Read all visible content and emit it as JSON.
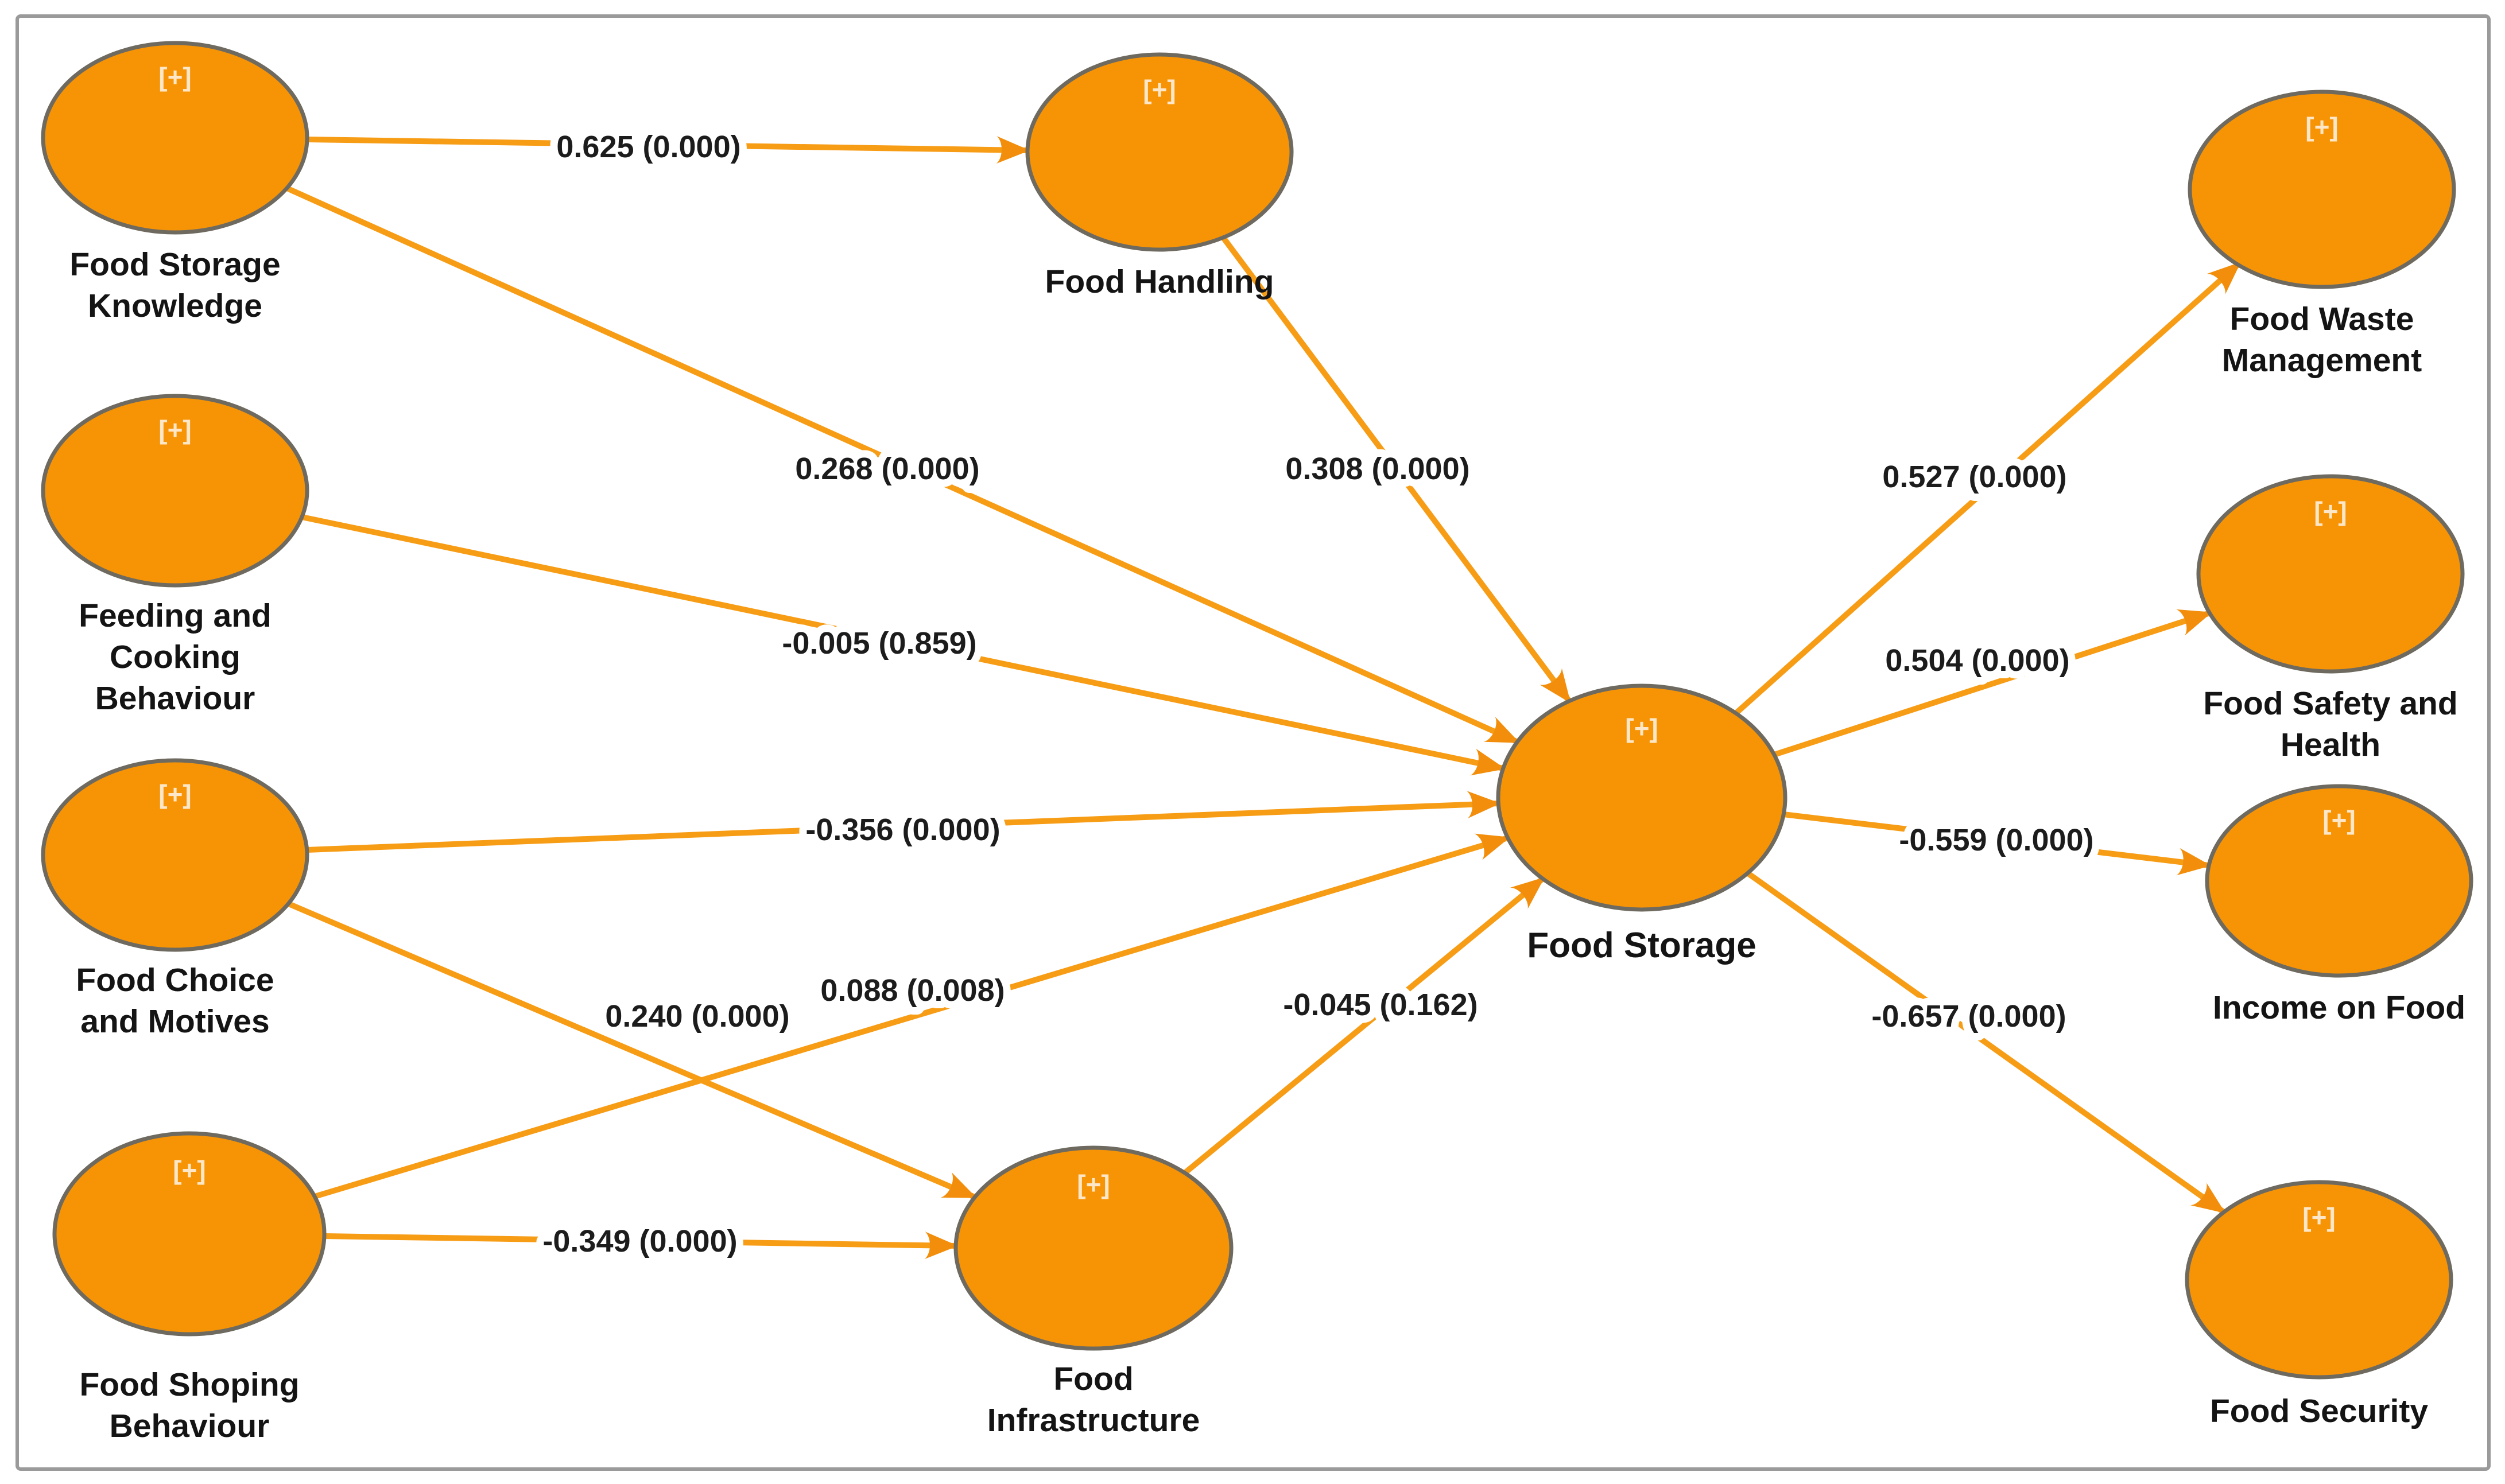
{
  "figure": {
    "type": "sem-path-diagram",
    "description": "PLS-SEM bootstrapping results: path coefficients with p-values",
    "indicator_symbol": "[+]"
  },
  "colors": {
    "node_fill": "#f79406",
    "node_stroke": "#6e6a60",
    "edge": "#f79c15",
    "edge_arrow": "#f28e0c",
    "node_label": "#141414",
    "edge_label": "#1c1c1c",
    "indicator": "#ffffff",
    "frame": "#9a9a9a",
    "background": "#ffffff"
  },
  "diagram": {
    "nodes": [
      {
        "id": "food-storage-knowledge",
        "indicator": "[+]",
        "label_lines": [
          "Food Storage",
          "Knowledge"
        ]
      },
      {
        "id": "feeding-and-cooking-behaviour",
        "indicator": "[+]",
        "label_lines": [
          "Feeding and",
          "Cooking",
          "Behaviour"
        ]
      },
      {
        "id": "food-choice-and-motives",
        "indicator": "[+]",
        "label_lines": [
          "Food Choice",
          "and Motives"
        ]
      },
      {
        "id": "food-shoping-behaviour",
        "indicator": "[+]",
        "label_lines": [
          "Food Shoping",
          "Behaviour"
        ]
      },
      {
        "id": "food-handling",
        "indicator": "[+]",
        "label_lines": [
          "Food Handling"
        ]
      },
      {
        "id": "food-infrastructure",
        "indicator": "[+]",
        "label_lines": [
          "Food",
          "Infrastructure"
        ]
      },
      {
        "id": "food-storage",
        "indicator": "[+]",
        "label_lines": [
          "Food Storage"
        ]
      },
      {
        "id": "food-waste-management",
        "indicator": "[+]",
        "label_lines": [
          "Food Waste",
          "Management"
        ]
      },
      {
        "id": "food-safety-and-health",
        "indicator": "[+]",
        "label_lines": [
          "Food Safety and",
          "Health"
        ]
      },
      {
        "id": "income-on-food",
        "indicator": "[+]",
        "label_lines": [
          "Income on Food"
        ]
      },
      {
        "id": "food-security",
        "indicator": "[+]",
        "label_lines": [
          "Food Security"
        ]
      }
    ],
    "edges": [
      {
        "from": "food-storage-knowledge",
        "to": "food-handling",
        "label": "0.625 (0.000)"
      },
      {
        "from": "food-storage-knowledge",
        "to": "food-storage",
        "label": "0.268 (0.000)"
      },
      {
        "from": "food-handling",
        "to": "food-storage",
        "label": "0.308 (0.000)"
      },
      {
        "from": "feeding-and-cooking-behaviour",
        "to": "food-storage",
        "label": "-0.005 (0.859)"
      },
      {
        "from": "food-choice-and-motives",
        "to": "food-storage",
        "label": "-0.356 (0.000)"
      },
      {
        "from": "food-choice-and-motives",
        "to": "food-infrastructure",
        "label": "0.240 (0.000)"
      },
      {
        "from": "food-shoping-behaviour",
        "to": "food-storage",
        "label": "0.088 (0.008)"
      },
      {
        "from": "food-shoping-behaviour",
        "to": "food-infrastructure",
        "label": "-0.349 (0.000)"
      },
      {
        "from": "food-infrastructure",
        "to": "food-storage",
        "label": "-0.045 (0.162)"
      },
      {
        "from": "food-storage",
        "to": "food-waste-management",
        "label": "0.527 (0.000)"
      },
      {
        "from": "food-storage",
        "to": "food-safety-and-health",
        "label": "0.504 (0.000)"
      },
      {
        "from": "food-storage",
        "to": "income-on-food",
        "label": "-0.559 (0.000)"
      },
      {
        "from": "food-storage",
        "to": "food-security",
        "label": "-0.657 (0.000)"
      }
    ]
  }
}
